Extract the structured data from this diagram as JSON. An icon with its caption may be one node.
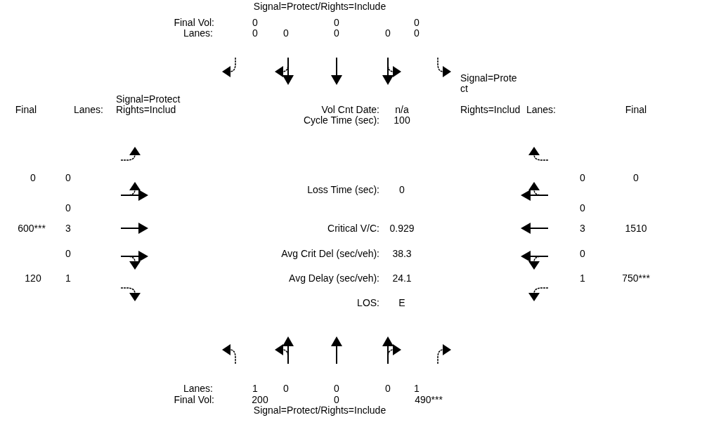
{
  "diagram": {
    "labels": [
      "Signal=Protect/Rights=Include",
      "Final Vol:",
      "0",
      "0",
      "0",
      "Lanes:",
      "0",
      "0",
      "0",
      "0",
      "0",
      "Signal=Protect",
      "Final",
      "Lanes:",
      "Rights=Includ",
      "Vol Cnt Date:",
      "n/a",
      "Signal=Protect",
      "Rights=Includ",
      "Lanes:",
      "Final",
      "Cycle Time (sec):",
      "100",
      "0",
      "0",
      "0",
      "0",
      "Loss Time (sec):",
      "0",
      "0",
      "0",
      "600***",
      "3",
      "Critical V/C:",
      "0.929",
      "3",
      "1510",
      "0",
      "Avg Crit Del (sec/veh):",
      "38.3",
      "0",
      "120",
      "1",
      "Avg Delay (sec/veh):",
      "24.1",
      "1",
      "750***",
      "LOS:",
      "E",
      "Lanes:",
      "1",
      "0",
      "0",
      "0",
      "1",
      "Final Vol:",
      "200",
      "0",
      "490***",
      "Signal=Protect/Rights=Include"
    ]
  }
}
